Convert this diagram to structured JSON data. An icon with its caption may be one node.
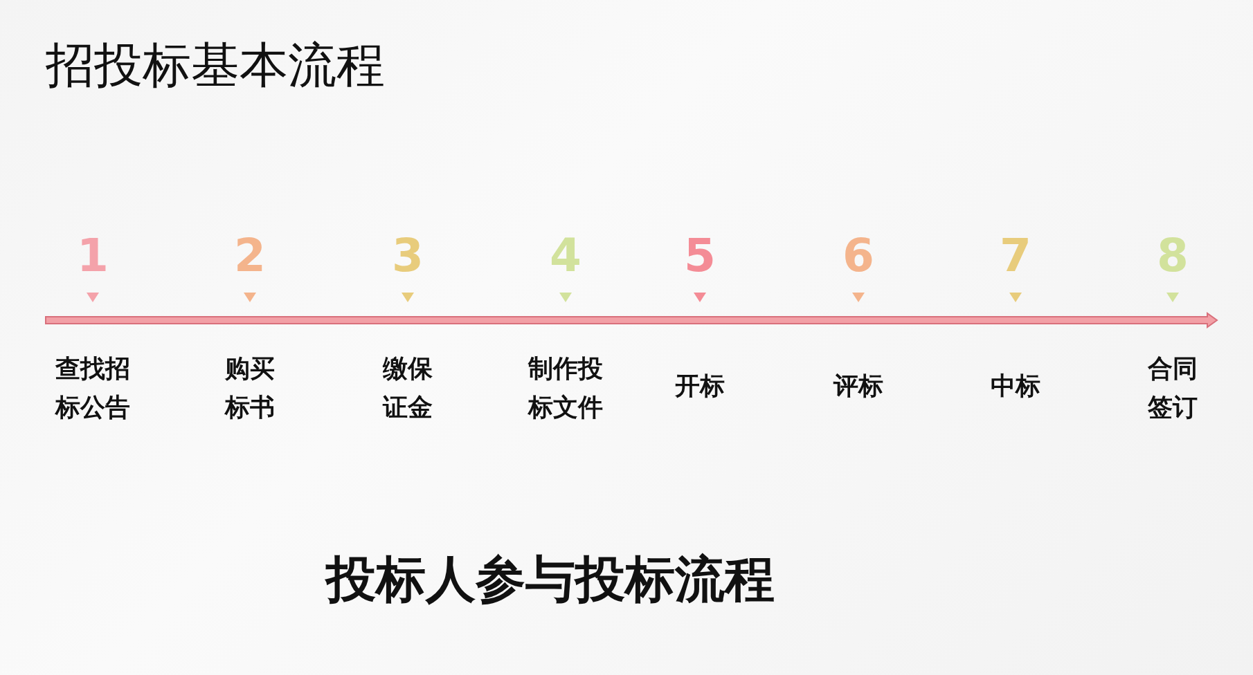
{
  "diagram": {
    "title": "招投标基本流程",
    "caption": "投标人参与投标流程",
    "nodes": [
      {
        "text": [
          "查找招标公告"
        ],
        "beside": [
          "1"
        ]
      },
      {
        "text": [
          "购买标书"
        ],
        "beside": [
          "2"
        ]
      },
      {
        "text": [
          "缴保证金"
        ],
        "beside": [
          "3"
        ]
      },
      {
        "text": [
          "制作投标文件"
        ],
        "beside": [
          "4"
        ]
      },
      {
        "text": [
          "开标"
        ],
        "beside": [
          "5"
        ]
      },
      {
        "text": [
          "评标"
        ],
        "beside": [
          "6"
        ]
      },
      {
        "text": [
          "中标"
        ],
        "beside": [
          "7"
        ]
      },
      {
        "text": [
          "合同签订"
        ],
        "beside": [
          "8"
        ]
      }
    ],
    "edges": []
  }
}
